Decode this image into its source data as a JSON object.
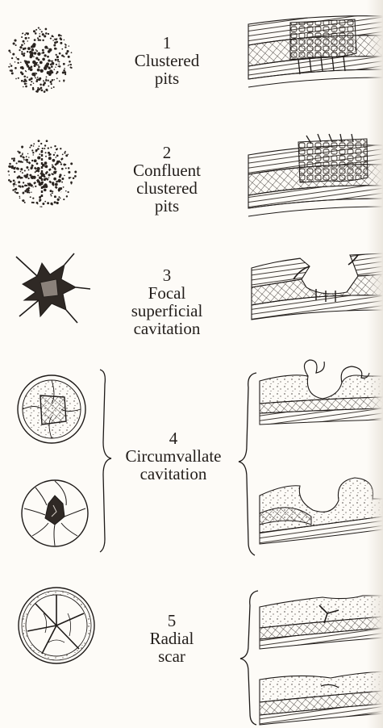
{
  "stages": [
    {
      "number": "1",
      "lines": [
        "Clustered",
        "pits"
      ]
    },
    {
      "number": "2",
      "lines": [
        "Confluent",
        "clustered",
        "pits"
      ]
    },
    {
      "number": "3",
      "lines": [
        "Focal",
        "superficial",
        "cavitation"
      ]
    },
    {
      "number": "4",
      "lines": [
        "Circumvallate",
        "cavitation"
      ]
    },
    {
      "number": "5",
      "lines": [
        "Radial",
        "scar"
      ]
    }
  ],
  "colors": {
    "ink": "#231e1b",
    "paper": "#fdfbf7"
  }
}
